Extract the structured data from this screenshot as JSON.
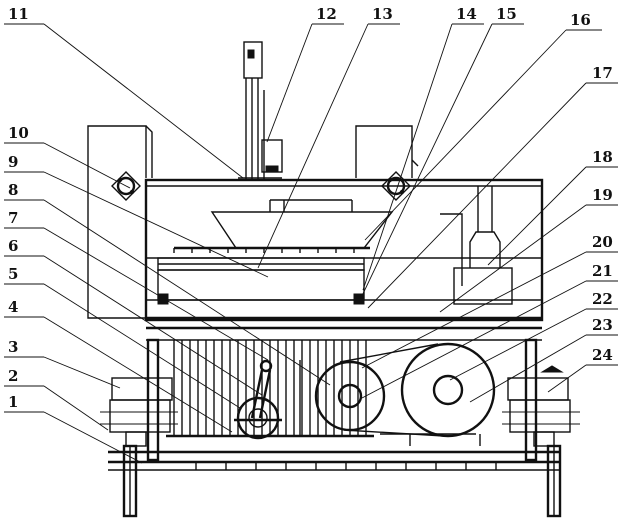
{
  "callouts": {
    "left": [
      "11",
      "10",
      "9",
      "8",
      "7",
      "6",
      "5",
      "4",
      "3",
      "2",
      "1"
    ],
    "top": [
      "12",
      "13",
      "14",
      "15",
      "16"
    ],
    "right": [
      "17",
      "18",
      "19",
      "20",
      "21",
      "22",
      "23",
      "24"
    ]
  },
  "colors": {
    "ink": "#111111",
    "paper": "#ffffff"
  }
}
